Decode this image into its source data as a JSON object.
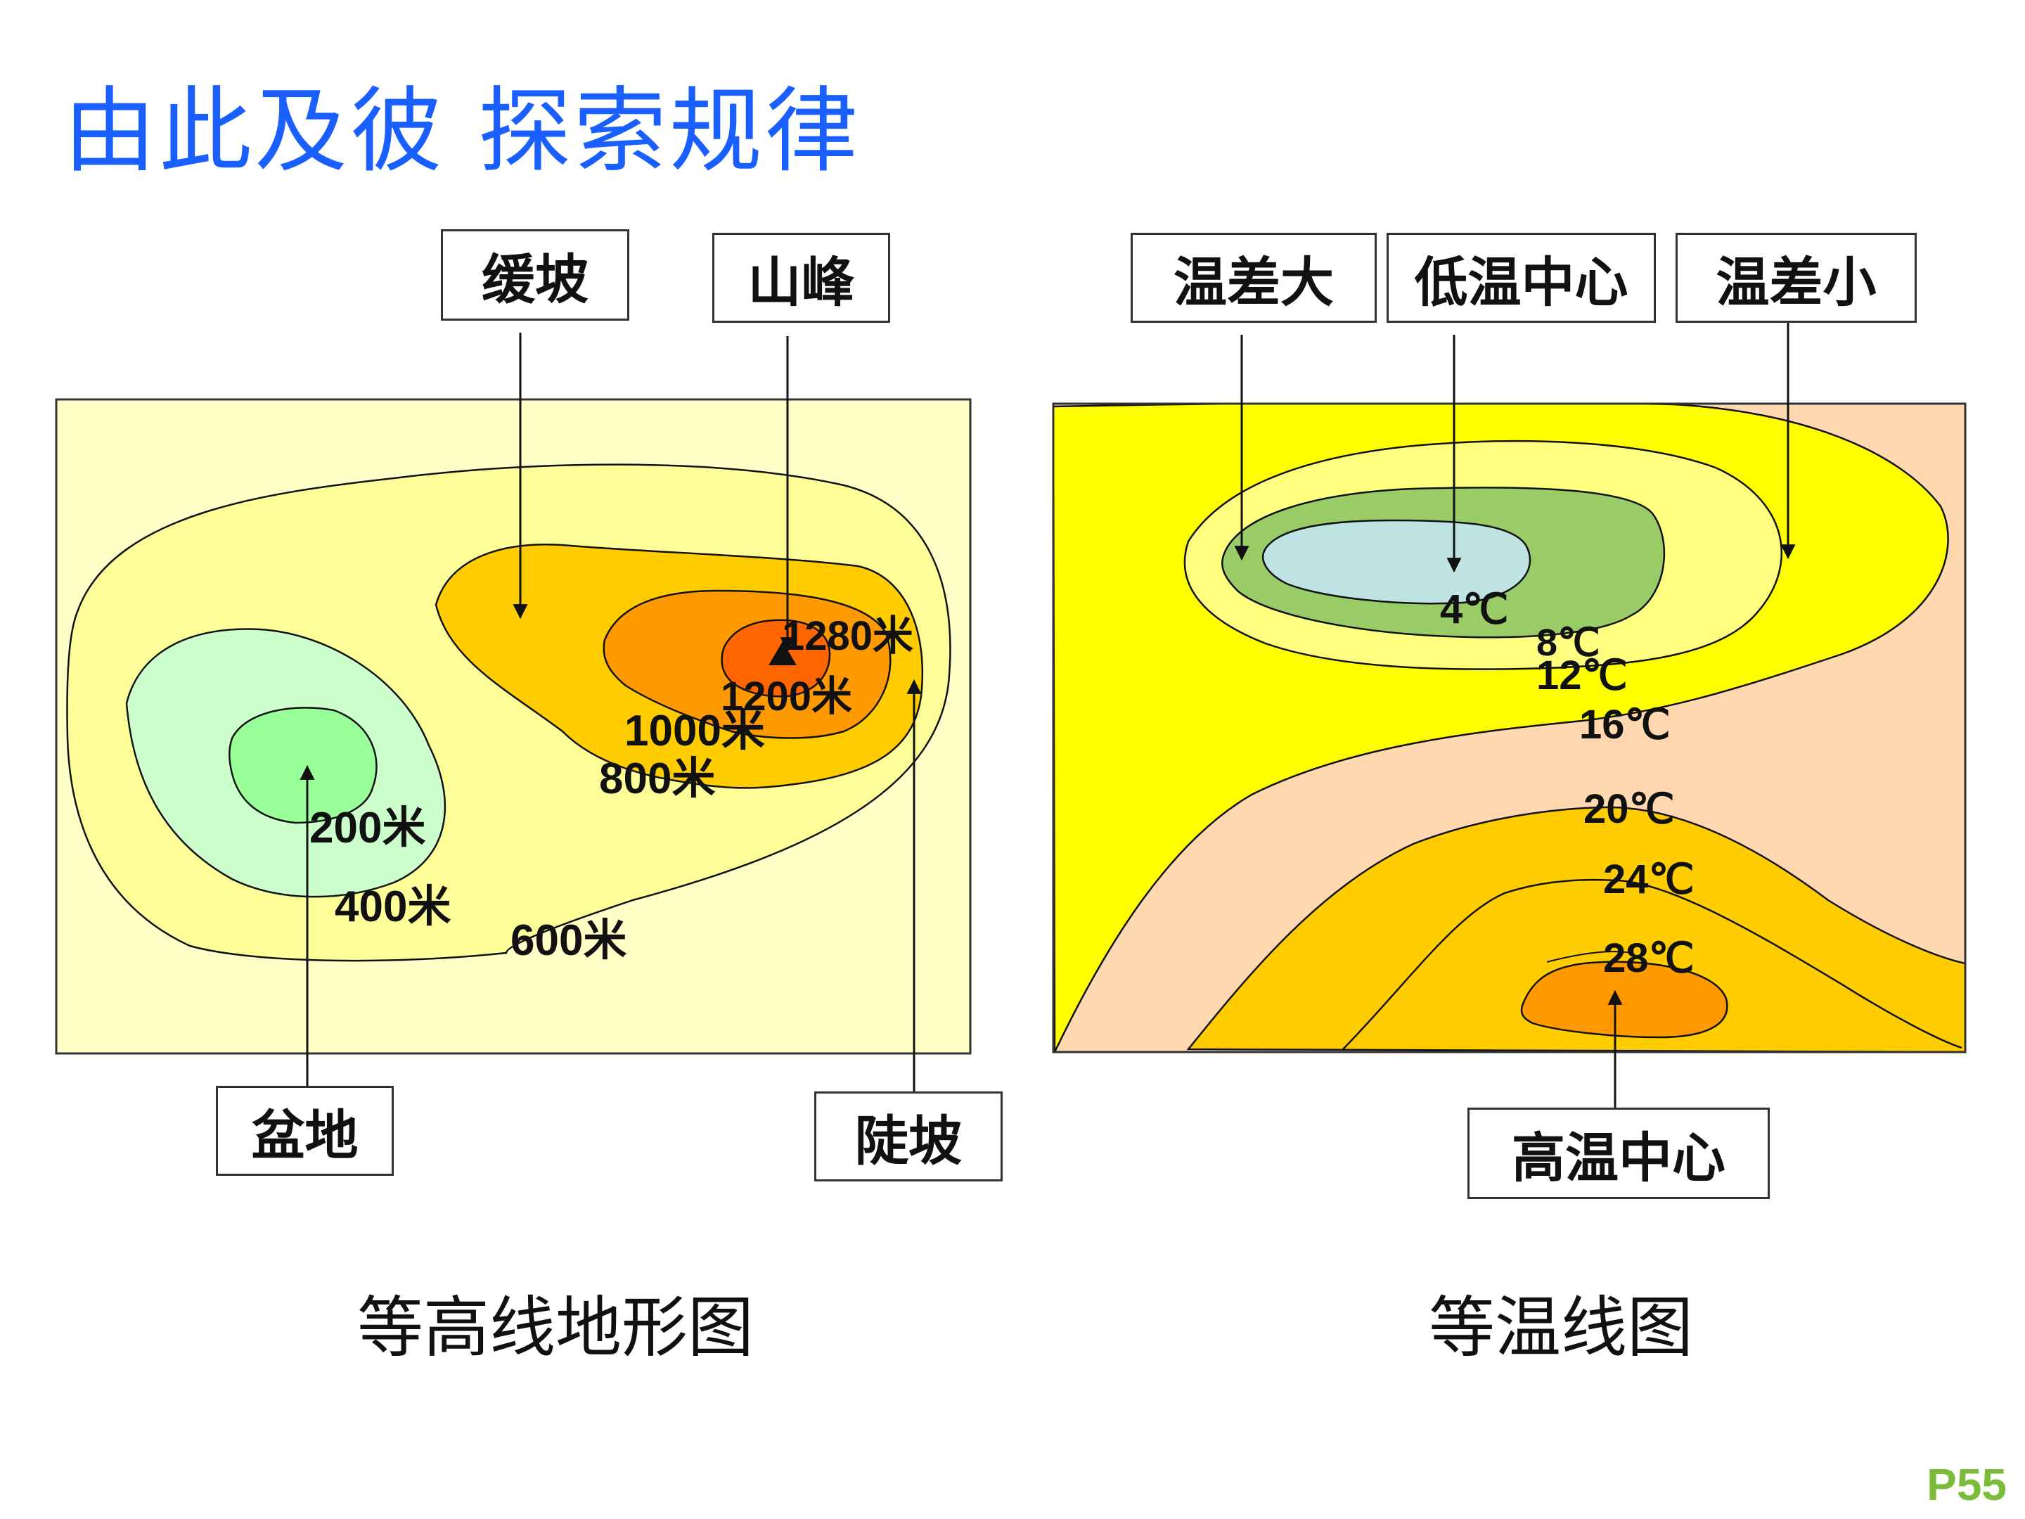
{
  "title": "由此及彼  探索规律",
  "page_number": "P55",
  "contour_map": {
    "caption": "等高线地形图",
    "callouts": {
      "gentle_slope": "缓坡",
      "peak": "山峰",
      "basin": "盆地",
      "steep_slope": "陡坡"
    },
    "contour_labels": {
      "c1280": "1280米",
      "c1200": "1200米",
      "c1000": "1000米",
      "c800": "800米",
      "c600": "600米",
      "c400": "400米",
      "c200": "200米"
    },
    "peak_marker": "▲",
    "colors": {
      "background": "#ffffc8",
      "c600_band": "#ffff99",
      "c800_band": "#ffcc00",
      "c1000_band": "#ff9900",
      "c1200_band": "#ff6600",
      "c400_basin": "#ccffcc",
      "c200_basin": "#99ff99"
    }
  },
  "isotherm_map": {
    "caption": "等温线图",
    "callouts": {
      "large_diff": "温差大",
      "cold_center": "低温中心",
      "small_diff": "温差小",
      "warm_center": "高温中心"
    },
    "isotherm_labels": {
      "t4": "4℃",
      "t8": "8℃",
      "t12": "12℃",
      "t16": "16℃",
      "t20": "20℃",
      "t24": "24℃",
      "t28": "28℃"
    },
    "colors": {
      "yellow": "#ffff00",
      "light_yellow": "#ffff80",
      "green": "#99cc66",
      "light_blue": "#bfe3e3",
      "peach": "#ffd8b0",
      "orange": "#ffcc00",
      "dark_orange": "#ff9900"
    }
  }
}
